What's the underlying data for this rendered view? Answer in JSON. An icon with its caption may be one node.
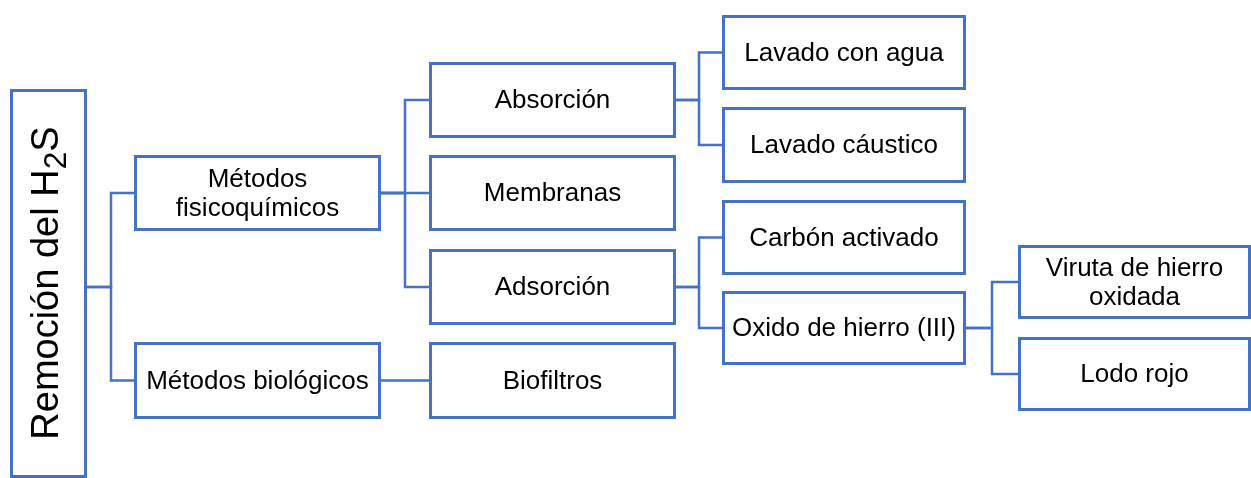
{
  "diagram": {
    "nodes": [
      {
        "text": [
          "Remoción del H$_{2}$S"
        ]
      },
      {
        "text": [
          "Métodos fisicoquímicos"
        ]
      },
      {
        "text": [
          "Métodos biológicos"
        ]
      },
      {
        "text": [
          "Absorción"
        ]
      },
      {
        "text": [
          "Membranas"
        ]
      },
      {
        "text": [
          "Adsorción"
        ]
      },
      {
        "text": [
          "Biofiltros"
        ]
      },
      {
        "text": [
          "Lavado con agua"
        ]
      },
      {
        "text": [
          "Lavado cáustico"
        ]
      },
      {
        "text": [
          "Carbón activado"
        ]
      },
      {
        "text": [
          "Oxido de hierro (III)"
        ]
      },
      {
        "text": [
          "Viruta de hierro oxidada"
        ]
      },
      {
        "text": [
          "Lodo rojo"
        ]
      }
    ],
    "edges": [
      {
        "from": 0,
        "to": 1,
        "arrow": "none"
      },
      {
        "from": 0,
        "to": 2,
        "arrow": "none"
      },
      {
        "from": 1,
        "to": 3,
        "arrow": "none"
      },
      {
        "from": 1,
        "to": 4,
        "arrow": "none"
      },
      {
        "from": 1,
        "to": 5,
        "arrow": "none"
      },
      {
        "from": 2,
        "to": 6,
        "arrow": "none"
      },
      {
        "from": 3,
        "to": 7,
        "arrow": "none"
      },
      {
        "from": 3,
        "to": 8,
        "arrow": "none"
      },
      {
        "from": 5,
        "to": 9,
        "arrow": "none"
      },
      {
        "from": 5,
        "to": 10,
        "arrow": "none"
      },
      {
        "from": 10,
        "to": 11,
        "arrow": "none"
      },
      {
        "from": 10,
        "to": 12,
        "arrow": "none"
      }
    ]
  }
}
